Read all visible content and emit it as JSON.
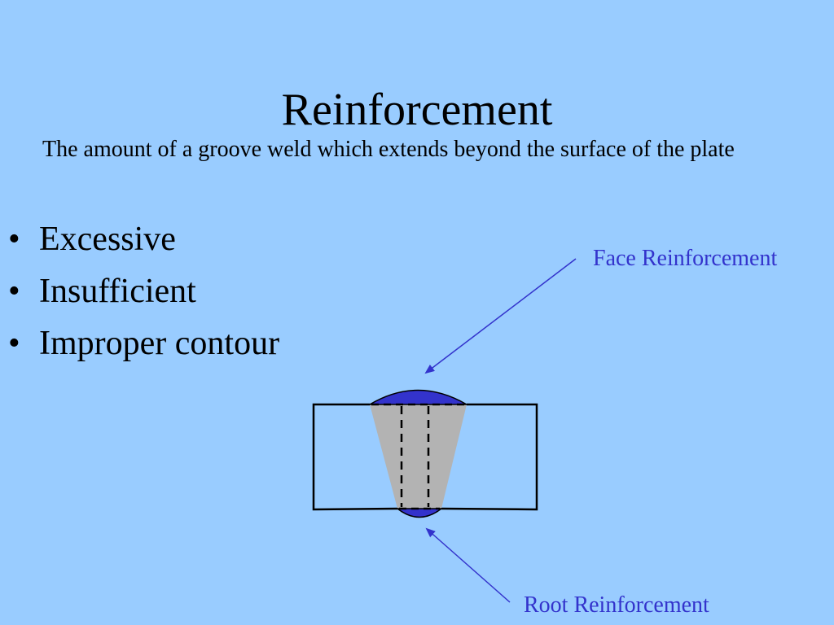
{
  "slide": {
    "title": "Reinforcement",
    "definition": "The amount of a groove weld which extends beyond the surface of the plate",
    "bullets": [
      {
        "symbol": "•",
        "text": "Excessive"
      },
      {
        "symbol": "•",
        "text": "Insufficient"
      },
      {
        "symbol": "•",
        "text": "Improper contour"
      }
    ]
  },
  "diagram": {
    "face_label": "Face Reinforcement",
    "root_label": "Root Reinforcement"
  },
  "colors": {
    "background": "#99ccff",
    "reinforcement_fill": "#3333cc",
    "weld_fill": "#b3b3b3",
    "callout_text": "#3333cc",
    "outline": "#000000"
  }
}
